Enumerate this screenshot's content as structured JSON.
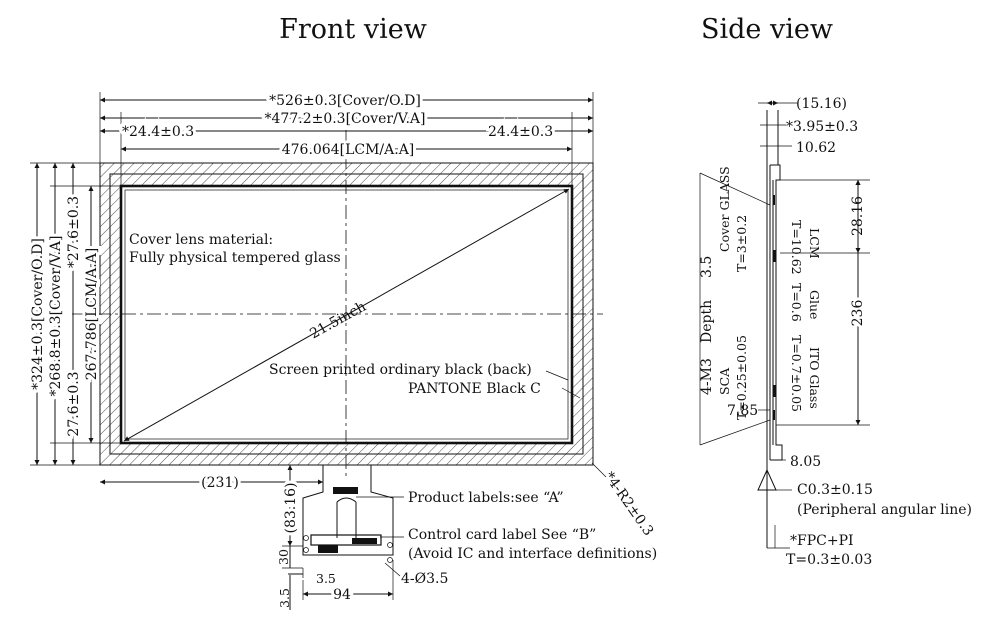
{
  "titles": {
    "front": "Front view",
    "side": "Side view"
  },
  "front": {
    "dim_cover_od_w": "*526±0.3[Cover/O.D]",
    "dim_cover_va_w": "*477.2±0.3[Cover/V.A]",
    "dim_left_margin": "*24.4±0.3",
    "dim_right_margin": "24.4±0.3",
    "dim_lcm_aa_w": "476.064[LCM/A.A]",
    "dim_cover_od_h": "*324±0.3[Cover/O.D]",
    "dim_cover_va_h": "*268.8±0.3[Cover/V.A]",
    "dim_top_margin": "*27.6±0.3",
    "dim_lcm_aa_h": "267.786[LCM/A.A]",
    "dim_bottom_margin": "27.6±0.3",
    "cover_lens_1": "Cover lens material:",
    "cover_lens_2": "Fully physical tempered glass",
    "diagonal": "21.5inch",
    "print_1": "Screen printed ordinary black (back)",
    "print_2": "PANTONE Black C",
    "corner_radius": "*4-R2±0.3",
    "dim_fpc_offset": "(231)",
    "dim_fpc_len": "(83.16)",
    "product_label": "Product labels:see “A”",
    "control_label": "Control card label See “B”",
    "avoid_note": "(Avoid IC and interface definitions)",
    "dim_30": "30",
    "dim_35a": "3.5",
    "dim_35b": "3.5",
    "dim_holes": "4-Ø3.5",
    "dim_94": "94"
  },
  "side": {
    "dim_1516": "(15.16)",
    "dim_395": "*3.95±0.3",
    "dim_1062": "10.62",
    "dim_2816": "28.16",
    "dim_236": "236",
    "dim_785": "7.85",
    "dim_805": "8.05",
    "cover_glass": "Cover GLASS",
    "cover_glass_t": "T=3±0.2",
    "lcm_t": "T=10.62",
    "lcm": "LCM",
    "glue_t": "T=0.6",
    "glue": "Glue",
    "ito_t": "T=0.7±0.05",
    "ito": "ITO Glass",
    "sca": "SCA",
    "sca_t": "T=0.25±0.05",
    "depth": "Depth",
    "depth_val": "3.5",
    "m3": "4-M3",
    "chamfer": "C0.3±0.15",
    "chamfer_note": "(Peripheral angular line)",
    "fpc": "*FPC+PI",
    "fpc_t": "T=0.3±0.03"
  }
}
